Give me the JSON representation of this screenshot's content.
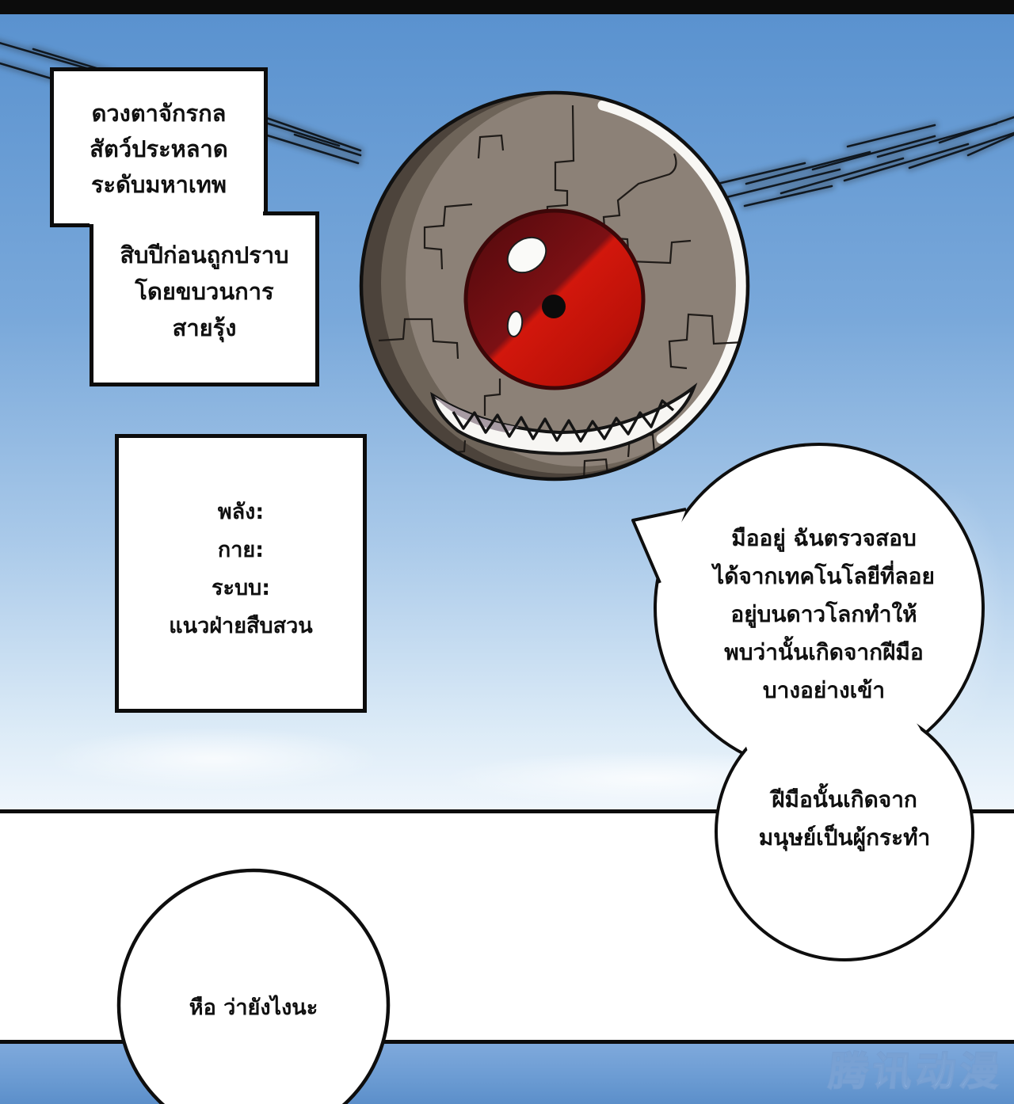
{
  "info_box": {
    "top_lines": [
      "ดวงตาจักรกล",
      "สัตว์ประหลาด",
      "ระดับมหาเทพ"
    ],
    "bottom_lines": [
      "สิบปีก่อนถูกปราบ",
      "โดยขบวนการ",
      "สายรุ้ง"
    ]
  },
  "stats_box": {
    "lines": [
      "พลัง:",
      "กาย:",
      "ระบบ:",
      "แนวฝ่ายสืบสวน"
    ]
  },
  "bubble_main": {
    "lines": [
      "มืออยู่ ฉันตรวจสอบ",
      "ได้จากเทคโนโลยีที่ลอย",
      "อยู่บนดาวโลกทำให้",
      "พบว่านั้นเกิดจากฝีมือ",
      "บางอย่างเข้า"
    ]
  },
  "bubble_secondary": {
    "lines": [
      "ฝีมือนั้นเกิดจาก",
      "มนุษย์เป็นผู้กระทำ"
    ]
  },
  "bubble_bottom": {
    "text": "หือ ว่ายังไงนะ"
  },
  "watermark": {
    "text": "腾讯动漫"
  },
  "colors": {
    "ink": "#0c0c0c",
    "sky_top": "#5a92cf",
    "sky_bottom": "#eff6fc",
    "panel_white": "#ffffff",
    "sphere_body": "#8c8177",
    "sphere_shadow_mid": "#6e6459",
    "sphere_shadow_dark": "#4c433b",
    "sphere_rim_highlight": "#f8f7f4",
    "eye_dark_top": "#4f090c",
    "eye_dark": "#7c1014",
    "eye_bright": "#d2170c",
    "eye_bright_deep": "#930d05",
    "mouth_white": "#f7f6f3",
    "mouth_shade": "#a79ba3",
    "bottom_band_top": "#7fa9dc",
    "bottom_band_bottom": "#5c8fca"
  }
}
